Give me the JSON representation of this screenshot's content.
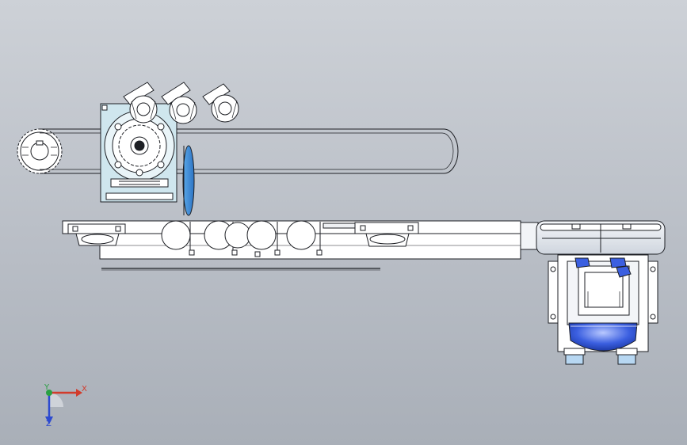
{
  "viewport": {
    "background_top": "#cdd1d7",
    "background_bottom": "#a9afb8"
  },
  "triad": {
    "x_label": "X",
    "y_label": "Y",
    "z_label": "Z",
    "x_color": "#d23b2b",
    "y_color": "#2aa043",
    "z_color": "#2d4ad0"
  },
  "model": {
    "line_color": "#1d1f24",
    "part_fill": "#ffffff",
    "housing_tint": "#cfe6ee",
    "accent_blue": "#2f5fd0"
  }
}
